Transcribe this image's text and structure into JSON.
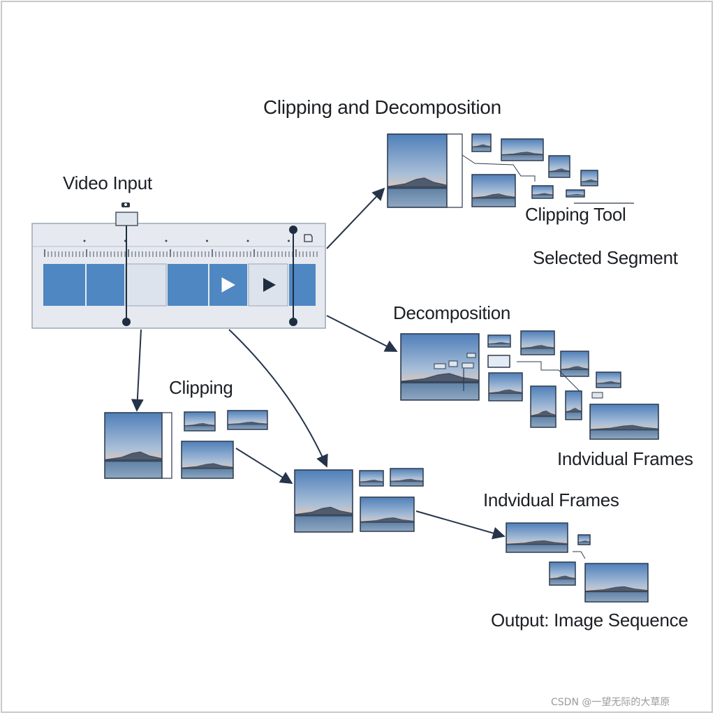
{
  "labels": {
    "clipping_and_decomposition": "Clipping and Decomposition",
    "video_input": "Video Input",
    "clipping_tool": "Clipping Tool",
    "selected_segment": "Selected Segment",
    "decomposition": "Decomposition",
    "clipping": "Clipping",
    "individual_frames_right": "Indvidual Frames",
    "individual_frames_bottom": "Indvidual Frames",
    "output": "Output: Image Sequence"
  },
  "watermark": "CSDN @一望无际的大草原",
  "colors": {
    "text": "#1c1f24",
    "arrow": "#25344a",
    "timeline_blue": "#4f87c2",
    "timeline_panel": "#e6eaf0",
    "frame_border": "#2d3a4d",
    "sky_top": "#5d8ac0",
    "sky_bottom": "#e8c7b3",
    "water": "#4b6d92"
  },
  "icons": [
    "play-icon",
    "camera-icon",
    "handle-icon",
    "document-icon"
  ]
}
